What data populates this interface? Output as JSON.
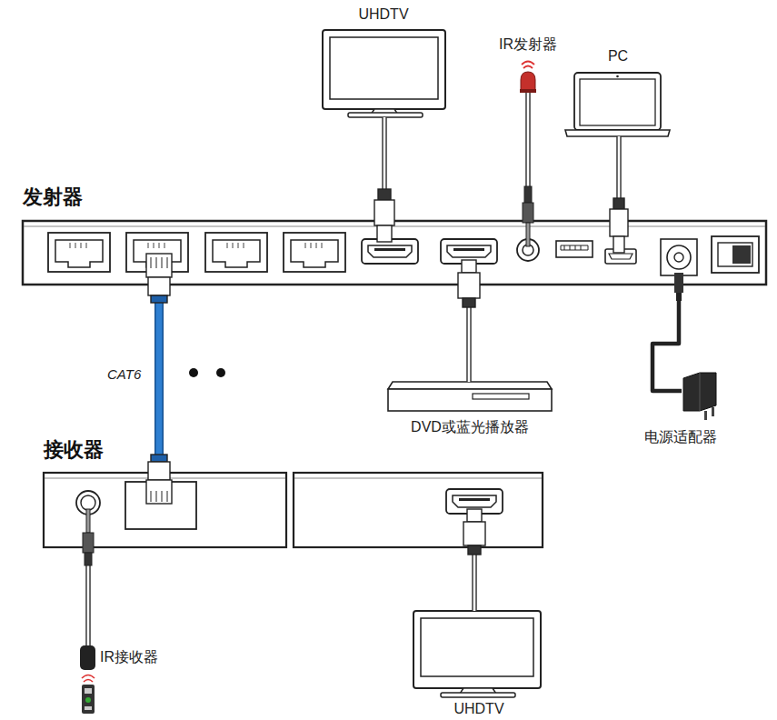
{
  "diagram": {
    "nodes": [
      {
        "text": [
          "UHDTV"
        ]
      },
      {
        "text": [
          "IR发射器"
        ]
      },
      {
        "text": [
          "PC"
        ]
      },
      {
        "text": [
          "发射器"
        ]
      },
      {
        "text": [
          "DVD或蓝光播放器"
        ]
      },
      {
        "text": [
          "电源适配器"
        ]
      },
      {
        "text": [
          "接收器"
        ]
      },
      {
        "text": [
          "IR接收器"
        ]
      },
      {
        "text": [
          "UHDTV"
        ]
      }
    ],
    "edges": [
      {
        "from": 0,
        "to": 3,
        "arrow": "none"
      },
      {
        "from": 1,
        "to": 3,
        "arrow": "none"
      },
      {
        "from": 2,
        "to": 3,
        "arrow": "none"
      },
      {
        "from": 4,
        "to": 3,
        "arrow": "none"
      },
      {
        "from": 5,
        "to": 3,
        "arrow": "none"
      },
      {
        "from": 3,
        "to": 6,
        "label": "CAT6",
        "arrow": "none"
      },
      {
        "from": 6,
        "to": 7,
        "arrow": "none"
      },
      {
        "from": 6,
        "to": 8,
        "arrow": "none"
      }
    ]
  }
}
